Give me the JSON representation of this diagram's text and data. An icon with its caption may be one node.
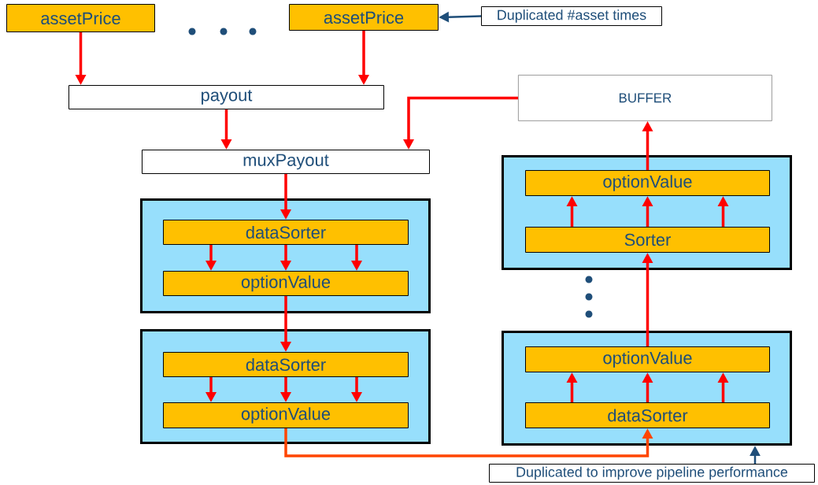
{
  "diagram": {
    "nodes": [
      {
        "text": [
          "assetPrice"
        ]
      },
      {
        "text": [
          "assetPrice"
        ]
      },
      {
        "text": [
          "Duplicated #asset times"
        ]
      },
      {
        "text": [
          "payout"
        ]
      },
      {
        "text": [
          "BUFFER"
        ]
      },
      {
        "text": [
          "muxPayout"
        ]
      },
      {
        "text": [],
        "shape": "box"
      },
      {
        "text": [
          "dataSorter"
        ],
        "in": 6
      },
      {
        "text": [
          "optionValue"
        ],
        "in": 6
      },
      {
        "text": [],
        "shape": "box"
      },
      {
        "text": [
          "dataSorter"
        ],
        "in": 9
      },
      {
        "text": [
          "optionValue"
        ],
        "in": 9
      },
      {
        "text": [],
        "shape": "box"
      },
      {
        "text": [
          "optionValue"
        ],
        "in": 12
      },
      {
        "text": [
          "Sorter"
        ],
        "in": 12
      },
      {
        "text": [],
        "shape": "box"
      },
      {
        "text": [
          "optionValue"
        ],
        "in": 15
      },
      {
        "text": [
          "dataSorter"
        ],
        "in": 15
      },
      {
        "text": [
          "Duplicated to improve pipeline performance"
        ]
      }
    ],
    "edges": [
      {
        "from": 0,
        "to": 3,
        "arrow": "to"
      },
      {
        "from": 1,
        "to": 3,
        "arrow": "to"
      },
      {
        "from": 2,
        "to": 1,
        "arrow": "to",
        "color": "#1f4e79"
      },
      {
        "from": 3,
        "to": 5,
        "arrow": "to"
      },
      {
        "from": 4,
        "to": 5,
        "arrow": "to"
      },
      {
        "from": 5,
        "to": 7,
        "arrow": "to"
      },
      {
        "from": 7,
        "to": 8,
        "arrow": "to"
      },
      {
        "from": 7,
        "to": 8,
        "arrow": "to"
      },
      {
        "from": 7,
        "to": 8,
        "arrow": "to"
      },
      {
        "from": 8,
        "to": 10,
        "arrow": "to"
      },
      {
        "from": 10,
        "to": 11,
        "arrow": "to"
      },
      {
        "from": 10,
        "to": 11,
        "arrow": "to"
      },
      {
        "from": 10,
        "to": 11,
        "arrow": "to"
      },
      {
        "from": 11,
        "to": 17,
        "arrow": "to",
        "color": "#ff4500"
      },
      {
        "from": 17,
        "to": 16,
        "arrow": "to"
      },
      {
        "from": 17,
        "to": 16,
        "arrow": "to"
      },
      {
        "from": 17,
        "to": 16,
        "arrow": "to"
      },
      {
        "from": 16,
        "to": 14,
        "arrow": "to"
      },
      {
        "from": 14,
        "to": 13,
        "arrow": "to"
      },
      {
        "from": 14,
        "to": 13,
        "arrow": "to"
      },
      {
        "from": 14,
        "to": 13,
        "arrow": "to"
      },
      {
        "from": 13,
        "to": 4,
        "arrow": "to"
      },
      {
        "from": 18,
        "to": 15,
        "arrow": "to",
        "color": "#1f4e79"
      }
    ]
  }
}
